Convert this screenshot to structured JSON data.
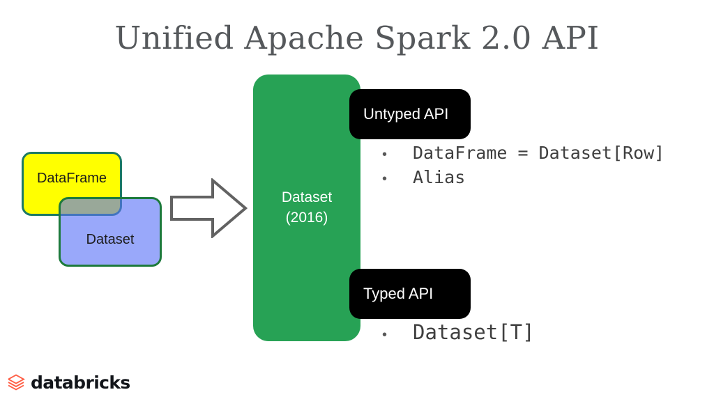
{
  "slide": {
    "title": "Unified Apache Spark 2.0 API",
    "background_color": "#ffffff",
    "title_color": "#55585b"
  },
  "venn": {
    "dataframe": {
      "label": "DataFrame",
      "fill_color": "#ffff00",
      "border_color": "#1d7a63"
    },
    "dataset": {
      "label": "Dataset",
      "fill_color": "#8099f5",
      "border_color": "#1d7a3c"
    },
    "overlap_color": "#879a96"
  },
  "arrow": {
    "name": "transform-arrow",
    "direction": "right",
    "fill_color": "#ffffff",
    "stroke_color": "#626262"
  },
  "dataset_panel": {
    "line1": "Dataset",
    "line2": "(2016)",
    "fill_color": "#27a255",
    "text_color": "#ffffff"
  },
  "api_sections": [
    {
      "pill_label": "Untyped API",
      "pill_bg": "#000000",
      "pill_text_color": "#ffffff",
      "bullets": [
        {
          "marker": "•",
          "text": "DataFrame = Dataset[Row]"
        },
        {
          "marker": "•",
          "text": "Alias"
        }
      ]
    },
    {
      "pill_label": "Typed API",
      "pill_bg": "#000000",
      "pill_text_color": "#ffffff",
      "bullets": [
        {
          "marker": "•",
          "text": "Dataset[T]"
        }
      ]
    }
  ],
  "logo": {
    "wordmark": "databricks",
    "mark_name": "databricks-stacked-layers-icon",
    "mark_color": "#ff5f46",
    "wordmark_color": "#12151a"
  }
}
